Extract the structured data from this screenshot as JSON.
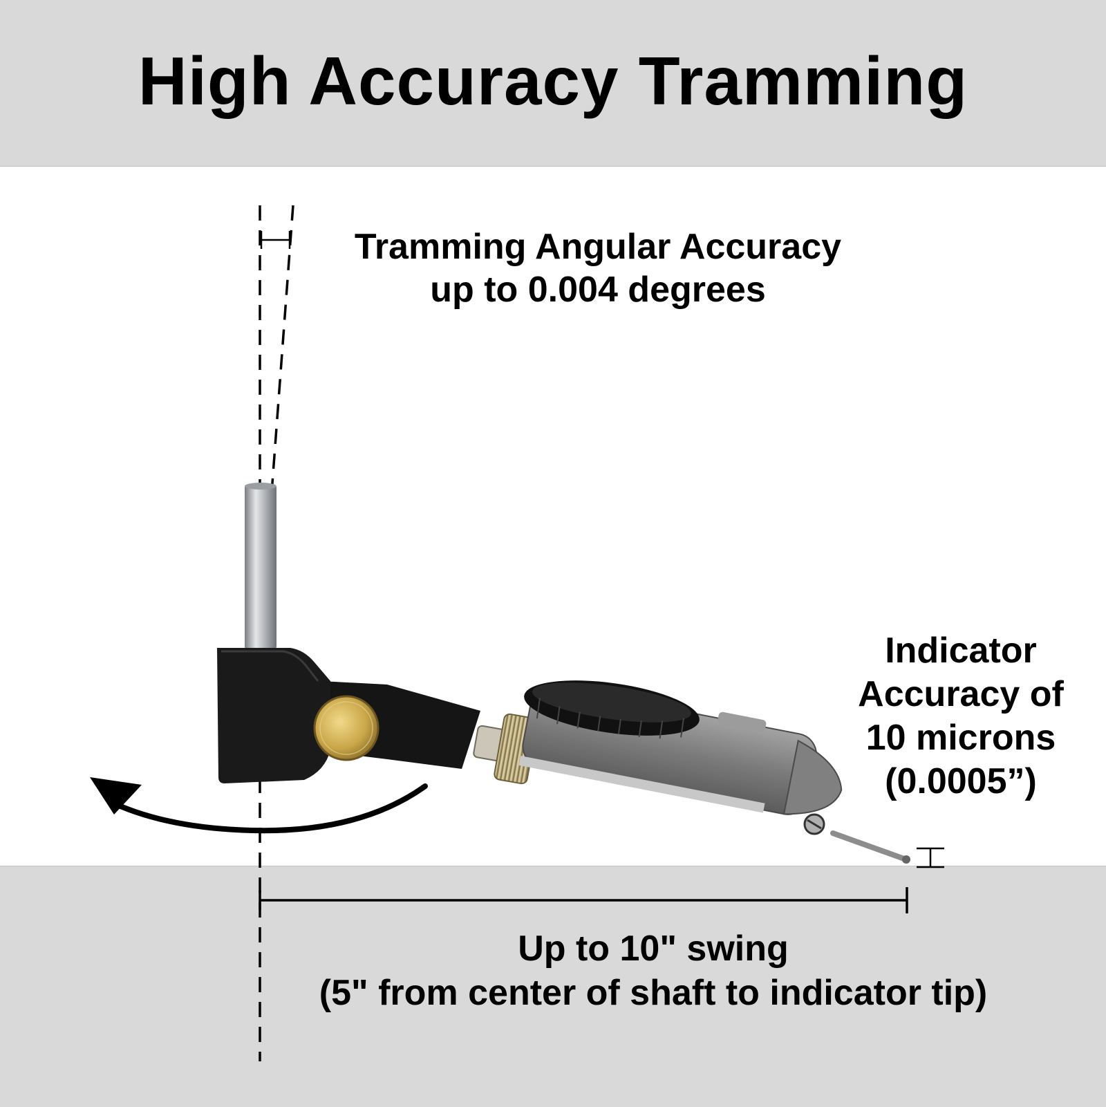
{
  "title": "High Accuracy Tramming",
  "angular_accuracy": {
    "line1": "Tramming Angular Accuracy",
    "line2": "up to 0.004 degrees"
  },
  "indicator_accuracy": {
    "line1": "Indicator",
    "line2": "Accuracy of",
    "line3": "10 microns",
    "line4": "(0.0005”)"
  },
  "swing": {
    "line1": "Up to 10\" swing",
    "line2": "(5\" from center of shaft to indicator tip)"
  },
  "colors": {
    "band": "#d9d9d9",
    "bracket": "#1a1a1a",
    "knob": "#c9a648",
    "indicator_body": "#7d7d7d",
    "shaft": "#bfc2c6"
  },
  "icons": {
    "rotation": "curved-arrow-icon",
    "tramming_tool": "indicator-holder-icon"
  }
}
